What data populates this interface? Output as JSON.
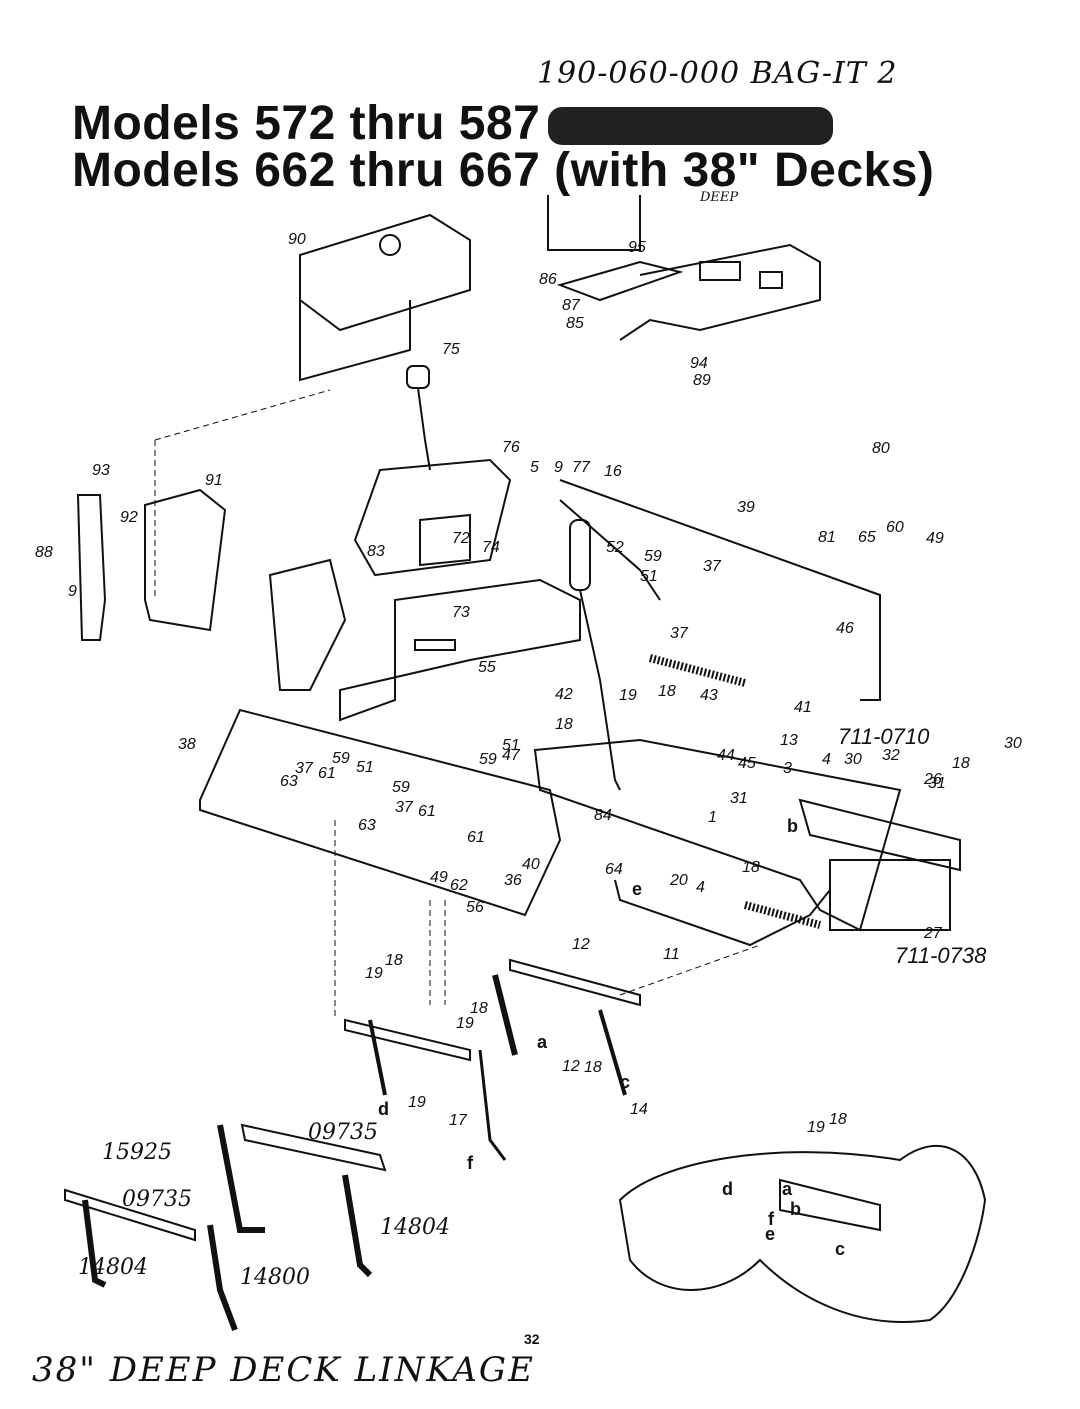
{
  "header": {
    "title_line_1": "Models 572 thru 587",
    "title_line_2": "Models 662 thru 667 (with 38\" Decks)",
    "handwritten_note": "190-060-000 BAG-IT 2",
    "handwritten_deep": "DEEP"
  },
  "part_callouts": [
    "90",
    "95",
    "86",
    "87",
    "85",
    "94",
    "89",
    "75",
    "76",
    "5",
    "9",
    "77",
    "16",
    "80",
    "39",
    "81",
    "65",
    "60",
    "49",
    "93",
    "91",
    "92",
    "88",
    "9",
    "83",
    "72",
    "74",
    "52",
    "59",
    "51",
    "37",
    "73",
    "46",
    "55",
    "37",
    "42",
    "19",
    "18",
    "43",
    "41",
    "38",
    "37",
    "61",
    "59",
    "51",
    "59",
    "51",
    "63",
    "59",
    "47",
    "37",
    "61",
    "63",
    "18",
    "44",
    "45",
    "13",
    "4",
    "3",
    "84",
    "31",
    "1",
    "61",
    "18",
    "40",
    "49",
    "62",
    "36",
    "56",
    "64",
    "20",
    "4",
    "11",
    "12",
    "19",
    "18",
    "18",
    "19",
    "12",
    "18",
    "19",
    "14",
    "17",
    "19",
    "18",
    "711-0738",
    "27",
    "711-0710",
    "30",
    "32",
    "26",
    "31",
    "18",
    "30"
  ],
  "letter_callouts": [
    "b",
    "e",
    "a",
    "c",
    "d",
    "f",
    "d",
    "a",
    "b",
    "f",
    "e",
    "c"
  ],
  "handwritten_part_numbers": [
    "15925",
    "09735",
    "09735",
    "14804",
    "14804",
    "14800"
  ],
  "page_number": "32",
  "caption": "38\" DEEP DECK LINKAGE",
  "colors": {
    "ink": "#111111",
    "paper": "#ffffff"
  }
}
